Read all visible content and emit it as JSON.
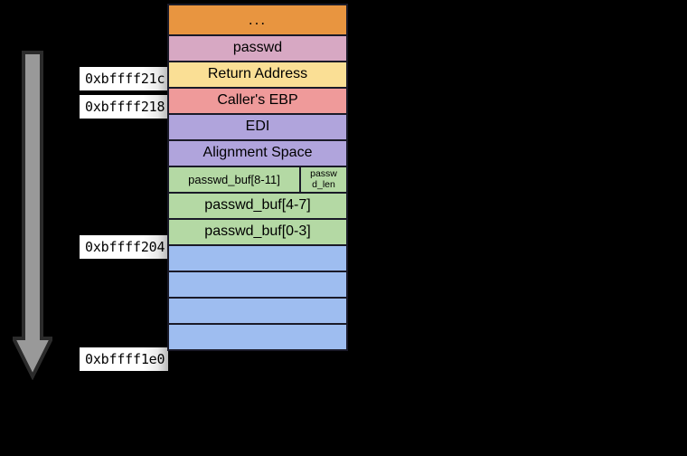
{
  "diagram": {
    "title": "Stack frame layout diagram",
    "background_color": "#000000",
    "growth_arrow": {
      "name": "stack-growth-arrow",
      "direction": "down",
      "fill_color": "#999999",
      "stroke_color": "#2b2b2b"
    },
    "address_labels": [
      {
        "text": "0xbffff21c",
        "name": "address-label-return-address"
      },
      {
        "text": "0xbffff218",
        "name": "address-label-callers-ebp"
      },
      {
        "text": "0xbffff204",
        "name": "address-label-passwd-buf-0-3"
      },
      {
        "text": "0xbffff1e0",
        "name": "address-label-stack-bottom"
      }
    ],
    "stack_rows": [
      {
        "label": "...",
        "name": "stack-row-ellipsis",
        "color": "#E89540",
        "text_size": "dots"
      },
      {
        "label": "passwd",
        "name": "stack-row-passwd",
        "color": "#D7A8C3",
        "text_size": "big"
      },
      {
        "label": "Return Address",
        "name": "stack-row-return-address",
        "color": "#FADF95",
        "text_size": "big"
      },
      {
        "label": "Caller's EBP",
        "name": "stack-row-callers-ebp",
        "color": "#EF9A9A",
        "text_size": "big"
      },
      {
        "label": "EDI",
        "name": "stack-row-edi",
        "color": "#B0A4DC",
        "text_size": "big"
      },
      {
        "label": "Alignment Space",
        "name": "stack-row-alignment-space",
        "color": "#B0A4DC",
        "text_size": "big"
      },
      {
        "label": "passwd_buf[8-11]",
        "name": "stack-row-passwd-buf-8-11",
        "color": "#B4D9A4",
        "text_size": "mid",
        "split_label": "passwd\nd_len",
        "split_name": "stack-cell-passwd-len"
      },
      {
        "label": "passwd_buf[4-7]",
        "name": "stack-row-passwd-buf-4-7",
        "color": "#B4D9A4",
        "text_size": "big"
      },
      {
        "label": "passwd_buf[0-3]",
        "name": "stack-row-passwd-buf-0-3",
        "color": "#B4D9A4",
        "text_size": "big"
      },
      {
        "label": "",
        "name": "stack-row-free-1",
        "color": "#9EBDF0",
        "text_size": "big"
      },
      {
        "label": "",
        "name": "stack-row-free-2",
        "color": "#9EBDF0",
        "text_size": "big"
      },
      {
        "label": "",
        "name": "stack-row-free-3",
        "color": "#9EBDF0",
        "text_size": "big"
      },
      {
        "label": "",
        "name": "stack-row-free-4",
        "color": "#9EBDF0",
        "text_size": "big"
      }
    ],
    "split_cell": {
      "line1": "passw",
      "line2": "d_len"
    }
  }
}
